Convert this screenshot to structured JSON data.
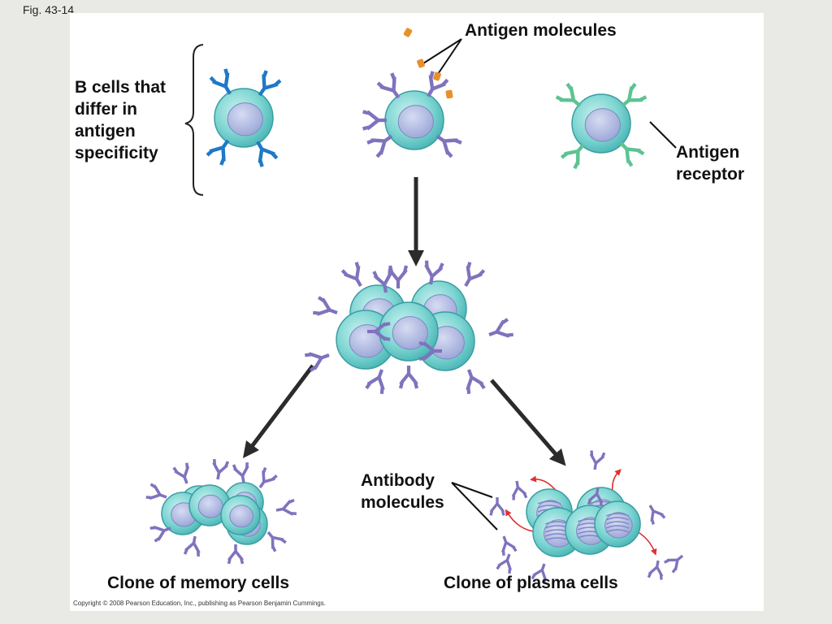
{
  "figure": {
    "label": "Fig. 43-14"
  },
  "labels": {
    "b_cells": "B cells that\ndiffer in\nantigen\nspecificity",
    "antigen_molecules": "Antigen molecules",
    "antigen_receptor": "Antigen\nreceptor",
    "antibody_molecules": "Antibody\nmolecules",
    "memory_clone": "Clone of memory cells",
    "plasma_clone": "Clone of plasma cells"
  },
  "copyright": "Copyright © 2008 Pearson Education, Inc., publishing as Pearson Benjamin Cummings.",
  "colors": {
    "receptor_blue": "#1f78c8",
    "receptor_purple": "#7f73bd",
    "receptor_green": "#5dc392",
    "cell_fill": "#7fd6d3",
    "cell_outline": "#3a9ea3",
    "nucleus": "#a6b2dc",
    "antigen": "#e8902b",
    "arrow": "#2b2b2b",
    "red_arrow": "#e0302e"
  }
}
